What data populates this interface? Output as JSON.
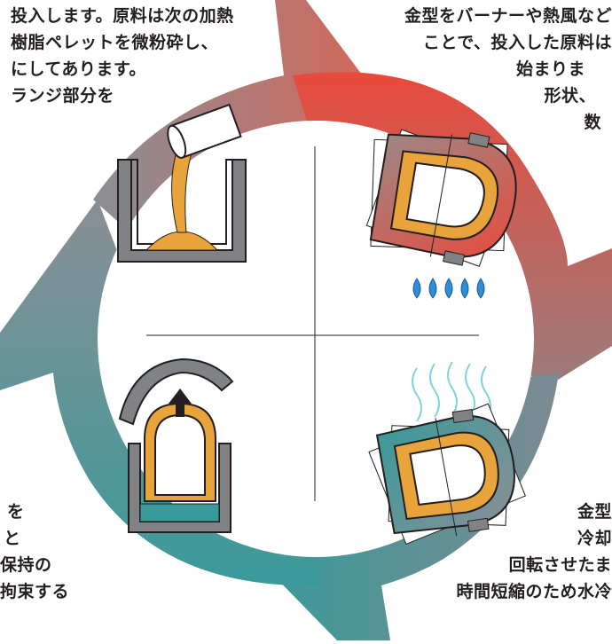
{
  "texts": {
    "top_left": [
      "投入します。原料は次の加熱",
      "樹脂ペレットを微粉砕し、",
      "にしてあります。",
      "ランジ部分を"
    ],
    "top_right": [
      "金型をバーナーや熱風など",
      "ことで、投入した原料は",
      "始まりま",
      "形状、",
      "数"
    ],
    "bottom_left": [
      "を",
      "と",
      "保持の",
      "拘束する"
    ],
    "bottom_right": [
      "金型",
      "冷却",
      "回転させたま",
      "時間短縮のため水冷"
    ]
  },
  "colors": {
    "arrow_hot": "#e84a3c",
    "arrow_cool": "#3a9a9a",
    "arrow_grey": "#8a8f96",
    "mold_orange": "#e8a33a",
    "flame_blue": "#2f8fd6",
    "steam_cyan": "#7fd3d8",
    "outline": "#231f20"
  },
  "icons": [
    "pour-material-icon",
    "heating-mold-icon",
    "flame-icon",
    "cooling-mold-icon",
    "steam-icon",
    "demold-icon"
  ]
}
